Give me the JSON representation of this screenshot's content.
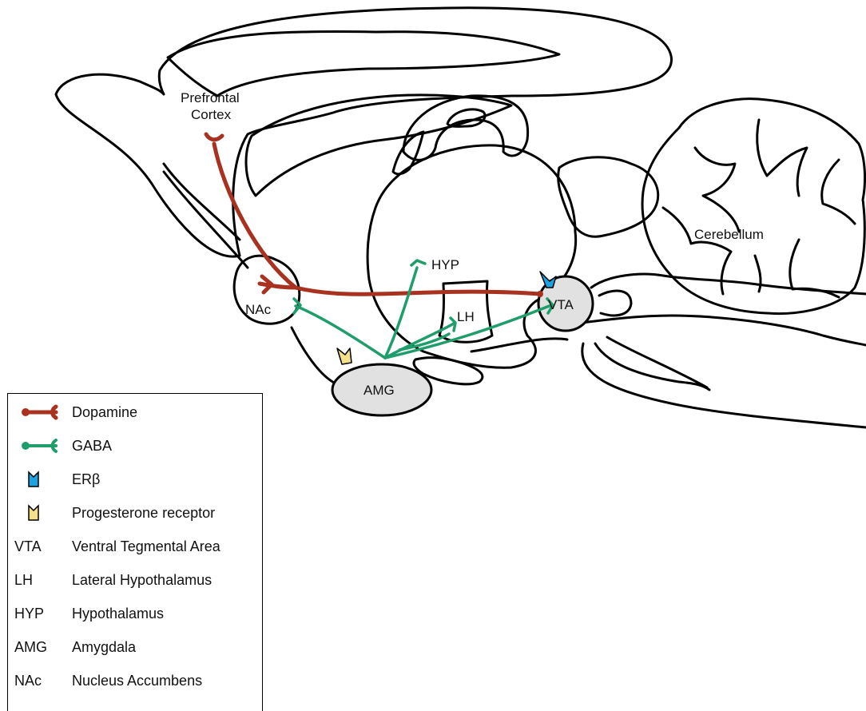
{
  "labels": {
    "prefrontal_line1": "Prefrontal",
    "prefrontal_line2": "Cortex",
    "cerebellum": "Cerebellum",
    "hyp": "HYP",
    "lh": "LH",
    "nac": "NAc",
    "vta": "VTA",
    "amg": "AMG"
  },
  "colors": {
    "dopamine": "#a8311f",
    "gaba": "#1f9e6b",
    "erb": "#1aa3e0",
    "progesterone": "#f5e08a",
    "region_fill": "#e1e1e1"
  },
  "legend": {
    "dopamine": "Dopamine",
    "gaba": "GABA",
    "erb": "ERβ",
    "progesterone": "Progesterone receptor",
    "vta_abbr": "VTA",
    "vta_full": "Ventral Tegmental Area",
    "lh_abbr": "LH",
    "lh_full": "Lateral Hypothalamus",
    "hyp_abbr": "HYP",
    "hyp_full": "Hypothalamus",
    "amg_abbr": "AMG",
    "amg_full": "Amygdala",
    "nac_abbr": "NAc",
    "nac_full": "Nucleus Accumbens"
  }
}
